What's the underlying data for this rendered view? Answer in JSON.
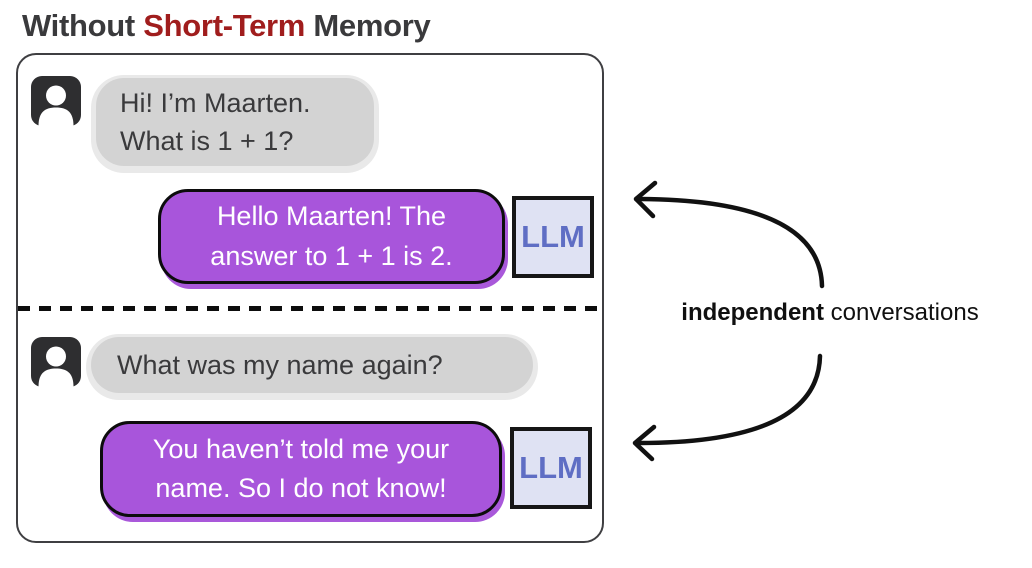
{
  "title": {
    "prefix": "Without ",
    "highlight": "Short-Term",
    "suffix": " Memory"
  },
  "panel": {
    "conversations": [
      {
        "user_lines": [
          "Hi! I’m Maarten.",
          "What is 1 + 1?"
        ],
        "llm_lines": [
          "Hello Maarten! The",
          "answer to 1 + 1 is 2."
        ],
        "llm_label": "LLM"
      },
      {
        "user_lines": [
          "What was my name again?"
        ],
        "llm_lines": [
          "You haven’t told me your",
          "name. So I do not know!"
        ],
        "llm_label": "LLM"
      }
    ]
  },
  "annotation": {
    "bold": "independent",
    "rest": " conversations"
  },
  "colors": {
    "title_text": "#3A3A3C",
    "title_highlight_red": "#A01D1D",
    "user_bubble_gray": "#D3D3D3",
    "llm_bubble_purple": "#A855DB",
    "llm_box_bg": "#DFE2F3",
    "llm_box_text": "#5F6EC4",
    "panel_border": "#3F3F42",
    "arrow_black": "#111111"
  },
  "icons": {
    "user_avatar": "person-silhouette-in-rounded-square",
    "arrow": "curved-arrow-pointing-left"
  }
}
